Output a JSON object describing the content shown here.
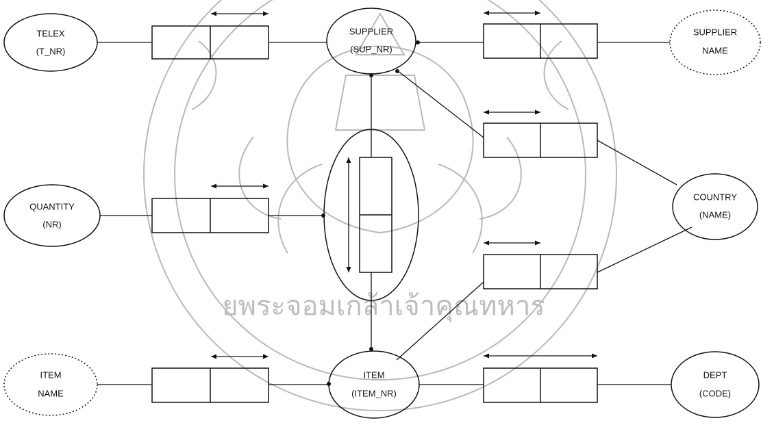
{
  "diagram": {
    "entities": {
      "telex": {
        "line1": "TELEX",
        "line2": "(T_NR)"
      },
      "supplier": {
        "line1": "SUPPLIER",
        "line2": "(SUP_NR)"
      },
      "supplier_name": {
        "line1": "SUPPLIER",
        "line2": "NAME"
      },
      "quantity": {
        "line1": "QUANTITY",
        "line2": "(NR)"
      },
      "country": {
        "line1": "COUNTRY",
        "line2": "(NAME)"
      },
      "item_name": {
        "line1": "ITEM",
        "line2": "NAME"
      },
      "item": {
        "line1": "ITEM",
        "line2": "(ITEM_NR)"
      },
      "dept": {
        "line1": "DEPT",
        "line2": "(CODE)"
      }
    },
    "watermark": {
      "text": "ยพระจอมเกล้าเจ้าคุณทหาร"
    },
    "colors": {
      "line": "#111111",
      "watermark": "#b9b9b9",
      "background": "#ffffff"
    }
  }
}
